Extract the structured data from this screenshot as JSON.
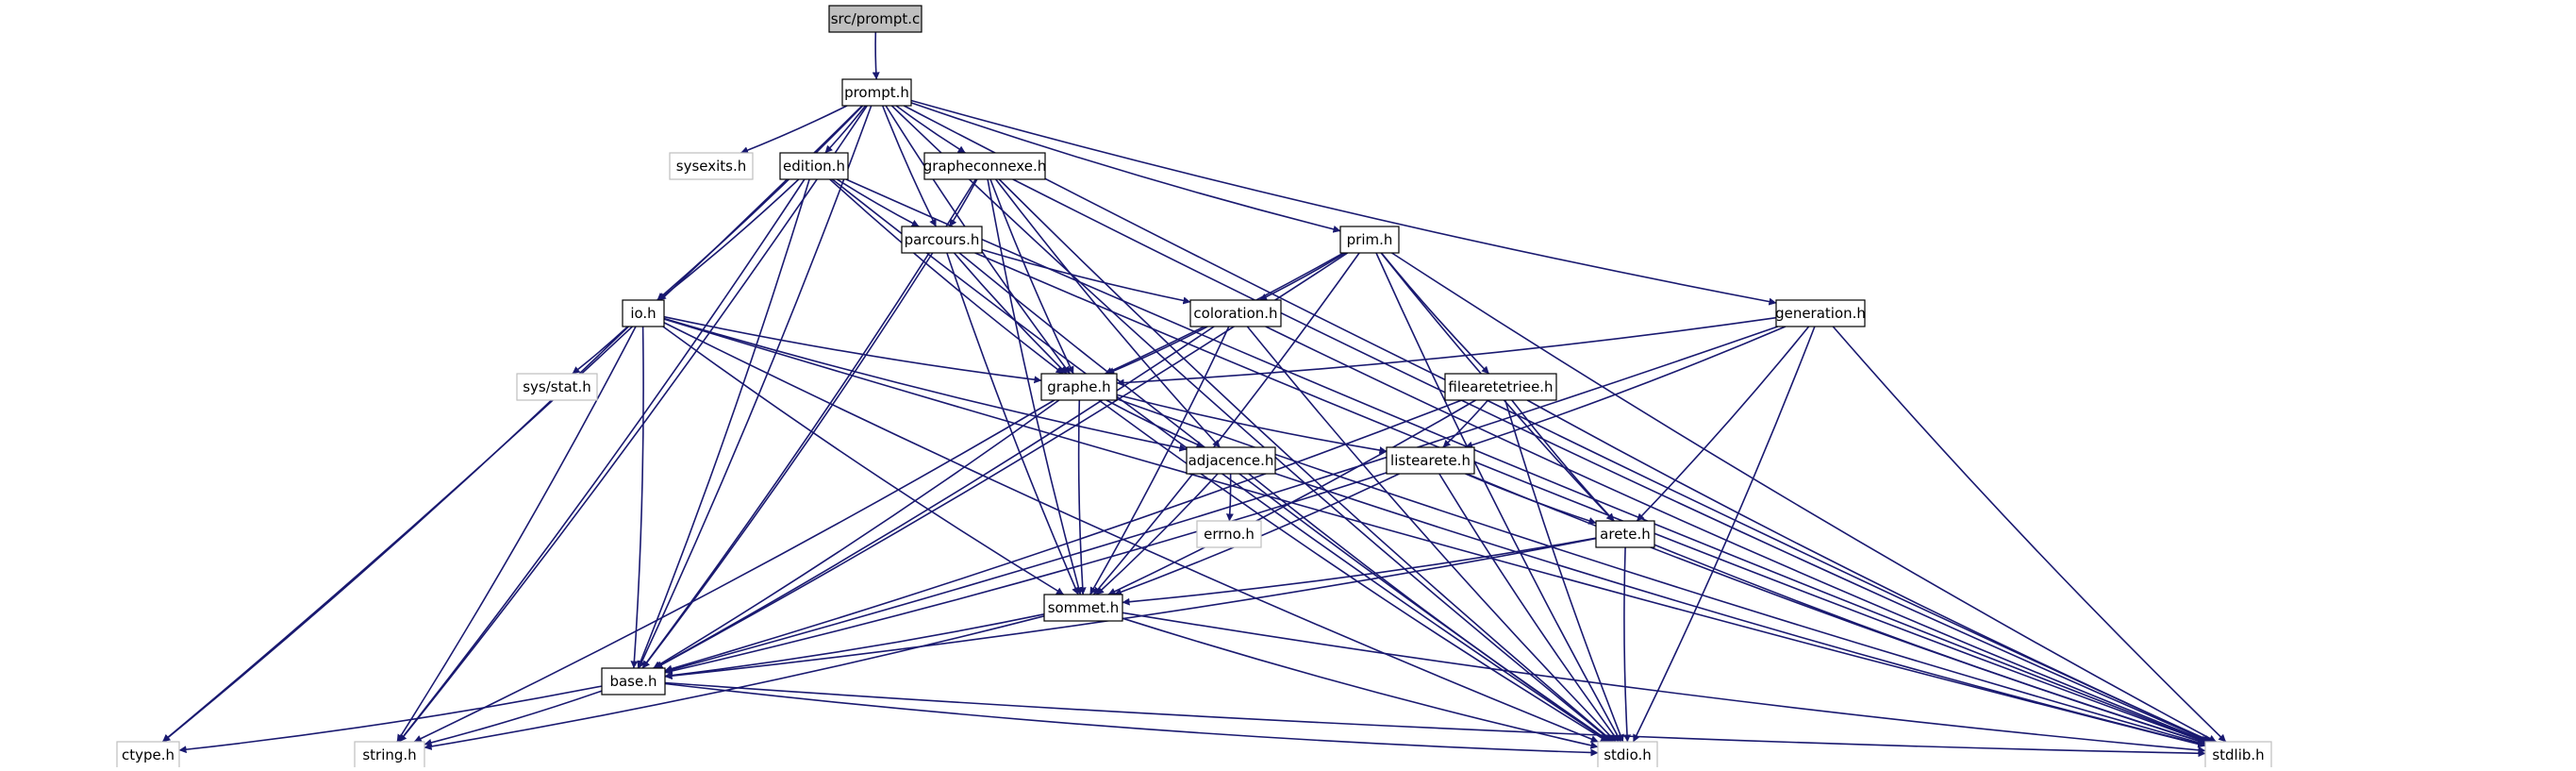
{
  "graph": {
    "colors": {
      "edge": "#191970",
      "node_border": "#000000",
      "node_border_external": "#bfbfbf",
      "node_fill": "#ffffff",
      "root_fill": "#bfbfbf",
      "text": "#000000"
    },
    "nodes": [
      {
        "id": "src_prompt_c",
        "label": "src/prompt.c",
        "kind": "root"
      },
      {
        "id": "prompt_h",
        "label": "prompt.h",
        "kind": "internal"
      },
      {
        "id": "sysexits_h",
        "label": "sysexits.h",
        "kind": "external"
      },
      {
        "id": "edition_h",
        "label": "edition.h",
        "kind": "internal"
      },
      {
        "id": "grapheconnexe_h",
        "label": "grapheconnexe.h",
        "kind": "internal"
      },
      {
        "id": "parcours_h",
        "label": "parcours.h",
        "kind": "internal"
      },
      {
        "id": "prim_h",
        "label": "prim.h",
        "kind": "internal"
      },
      {
        "id": "io_h",
        "label": "io.h",
        "kind": "internal"
      },
      {
        "id": "coloration_h",
        "label": "coloration.h",
        "kind": "internal"
      },
      {
        "id": "generation_h",
        "label": "generation.h",
        "kind": "internal"
      },
      {
        "id": "sys_stat_h",
        "label": "sys/stat.h",
        "kind": "external"
      },
      {
        "id": "graphe_h",
        "label": "graphe.h",
        "kind": "internal"
      },
      {
        "id": "filearetetriee_h",
        "label": "filearetetriee.h",
        "kind": "internal"
      },
      {
        "id": "adjacence_h",
        "label": "adjacence.h",
        "kind": "internal"
      },
      {
        "id": "listearete_h",
        "label": "listearete.h",
        "kind": "internal"
      },
      {
        "id": "errno_h",
        "label": "errno.h",
        "kind": "external"
      },
      {
        "id": "arete_h",
        "label": "arete.h",
        "kind": "internal"
      },
      {
        "id": "sommet_h",
        "label": "sommet.h",
        "kind": "internal"
      },
      {
        "id": "base_h",
        "label": "base.h",
        "kind": "internal"
      },
      {
        "id": "ctype_h",
        "label": "ctype.h",
        "kind": "external"
      },
      {
        "id": "string_h",
        "label": "string.h",
        "kind": "external"
      },
      {
        "id": "stdio_h",
        "label": "stdio.h",
        "kind": "external"
      },
      {
        "id": "stdlib_h",
        "label": "stdlib.h",
        "kind": "external"
      }
    ],
    "edges": [
      [
        "src_prompt_c",
        "prompt_h"
      ],
      [
        "prompt_h",
        "sysexits_h"
      ],
      [
        "prompt_h",
        "edition_h"
      ],
      [
        "prompt_h",
        "grapheconnexe_h"
      ],
      [
        "prompt_h",
        "parcours_h"
      ],
      [
        "prompt_h",
        "prim_h"
      ],
      [
        "prompt_h",
        "io_h"
      ],
      [
        "prompt_h",
        "graphe_h"
      ],
      [
        "prompt_h",
        "generation_h"
      ],
      [
        "prompt_h",
        "base_h"
      ],
      [
        "prompt_h",
        "ctype_h"
      ],
      [
        "prompt_h",
        "string_h"
      ],
      [
        "prompt_h",
        "stdio_h"
      ],
      [
        "prompt_h",
        "stdlib_h"
      ],
      [
        "edition_h",
        "parcours_h"
      ],
      [
        "edition_h",
        "io_h"
      ],
      [
        "edition_h",
        "graphe_h"
      ],
      [
        "edition_h",
        "base_h"
      ],
      [
        "edition_h",
        "string_h"
      ],
      [
        "edition_h",
        "stdio_h"
      ],
      [
        "edition_h",
        "stdlib_h"
      ],
      [
        "grapheconnexe_h",
        "parcours_h"
      ],
      [
        "grapheconnexe_h",
        "graphe_h"
      ],
      [
        "grapheconnexe_h",
        "adjacence_h"
      ],
      [
        "grapheconnexe_h",
        "sommet_h"
      ],
      [
        "grapheconnexe_h",
        "base_h"
      ],
      [
        "grapheconnexe_h",
        "stdio_h"
      ],
      [
        "grapheconnexe_h",
        "stdlib_h"
      ],
      [
        "parcours_h",
        "coloration_h"
      ],
      [
        "parcours_h",
        "graphe_h"
      ],
      [
        "parcours_h",
        "sommet_h"
      ],
      [
        "parcours_h",
        "base_h"
      ],
      [
        "parcours_h",
        "stdio_h"
      ],
      [
        "parcours_h",
        "stdlib_h"
      ],
      [
        "prim_h",
        "coloration_h"
      ],
      [
        "prim_h",
        "graphe_h"
      ],
      [
        "prim_h",
        "filearetetriee_h"
      ],
      [
        "prim_h",
        "arete_h"
      ],
      [
        "prim_h",
        "sommet_h"
      ],
      [
        "prim_h",
        "base_h"
      ],
      [
        "prim_h",
        "stdio_h"
      ],
      [
        "prim_h",
        "stdlib_h"
      ],
      [
        "io_h",
        "sys_stat_h"
      ],
      [
        "io_h",
        "graphe_h"
      ],
      [
        "io_h",
        "adjacence_h"
      ],
      [
        "io_h",
        "sommet_h"
      ],
      [
        "io_h",
        "base_h"
      ],
      [
        "io_h",
        "ctype_h"
      ],
      [
        "io_h",
        "string_h"
      ],
      [
        "io_h",
        "stdio_h"
      ],
      [
        "io_h",
        "stdlib_h"
      ],
      [
        "coloration_h",
        "graphe_h"
      ],
      [
        "coloration_h",
        "sommet_h"
      ],
      [
        "coloration_h",
        "base_h"
      ],
      [
        "coloration_h",
        "stdio_h"
      ],
      [
        "coloration_h",
        "stdlib_h"
      ],
      [
        "generation_h",
        "graphe_h"
      ],
      [
        "generation_h",
        "listearete_h"
      ],
      [
        "generation_h",
        "arete_h"
      ],
      [
        "generation_h",
        "base_h"
      ],
      [
        "generation_h",
        "stdio_h"
      ],
      [
        "generation_h",
        "stdlib_h"
      ],
      [
        "graphe_h",
        "adjacence_h"
      ],
      [
        "graphe_h",
        "listearete_h"
      ],
      [
        "graphe_h",
        "sommet_h"
      ],
      [
        "graphe_h",
        "base_h"
      ],
      [
        "graphe_h",
        "string_h"
      ],
      [
        "graphe_h",
        "stdio_h"
      ],
      [
        "graphe_h",
        "stdlib_h"
      ],
      [
        "filearetetriee_h",
        "listearete_h"
      ],
      [
        "filearetetriee_h",
        "arete_h"
      ],
      [
        "filearetetriee_h",
        "sommet_h"
      ],
      [
        "filearetetriee_h",
        "base_h"
      ],
      [
        "filearetetriee_h",
        "stdio_h"
      ],
      [
        "filearetetriee_h",
        "stdlib_h"
      ],
      [
        "adjacence_h",
        "errno_h"
      ],
      [
        "adjacence_h",
        "sommet_h"
      ],
      [
        "adjacence_h",
        "stdio_h"
      ],
      [
        "adjacence_h",
        "stdlib_h"
      ],
      [
        "listearete_h",
        "arete_h"
      ],
      [
        "listearete_h",
        "sommet_h"
      ],
      [
        "listearete_h",
        "base_h"
      ],
      [
        "listearete_h",
        "stdio_h"
      ],
      [
        "listearete_h",
        "stdlib_h"
      ],
      [
        "arete_h",
        "sommet_h"
      ],
      [
        "arete_h",
        "base_h"
      ],
      [
        "arete_h",
        "stdio_h"
      ],
      [
        "arete_h",
        "stdlib_h"
      ],
      [
        "sommet_h",
        "base_h"
      ],
      [
        "sommet_h",
        "string_h"
      ],
      [
        "sommet_h",
        "stdio_h"
      ],
      [
        "sommet_h",
        "stdlib_h"
      ],
      [
        "base_h",
        "ctype_h"
      ],
      [
        "base_h",
        "string_h"
      ],
      [
        "base_h",
        "stdio_h"
      ],
      [
        "base_h",
        "stdlib_h"
      ]
    ]
  }
}
